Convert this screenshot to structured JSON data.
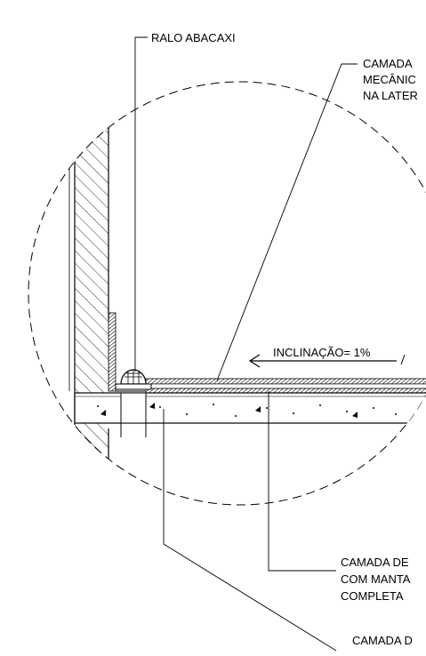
{
  "labels": {
    "drain": "RALO ABACAXI",
    "top_right_1": "CAMADA",
    "top_right_2": "MECÂNIC",
    "top_right_3": "NA LATER",
    "slope": "INCLINAÇÃO= 1%",
    "bottom_right_1": "CAMADA DE",
    "bottom_right_2": "COM MANTA",
    "bottom_right_3": "COMPLETA",
    "bottom_last": "CAMADA D"
  },
  "colors": {
    "line": "#000000",
    "background": "#ffffff"
  }
}
